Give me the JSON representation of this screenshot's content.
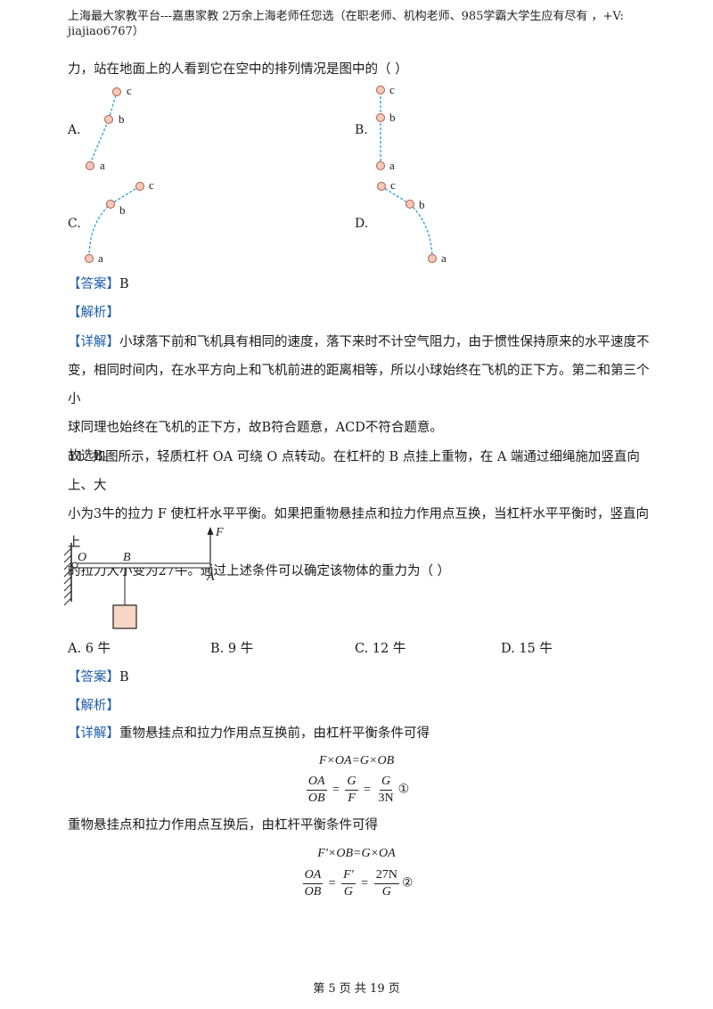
{
  "header": {
    "line1": "上海最大家教平台---嘉惠家教    2万余上海老师任您选（在职老师、机构老师、985学霸大学生应有尽有  ，+V:",
    "line2": "jiajiao6767）"
  },
  "q10": {
    "stem_tail": "力，站在地面上的人看到它在空中的排列情况是图中的（       ）",
    "options": [
      "A.",
      "B.",
      "C.",
      "D."
    ],
    "ball_labels": [
      "a",
      "b",
      "c"
    ],
    "answer_tag": "【答案】",
    "answer": "B",
    "analysis_tag": "【解析】",
    "detail_tag": "【详解】",
    "detail_l1": "小球落下前和飞机具有相同的速度，落下来时不计空气阻力，由于惯性保持原来的水平速度不",
    "detail_l2": "变，相同时间内，在水平方向上和飞机前进的距离相等，所以小球始终在飞机的正下方。第二和第三个小",
    "detail_l3": "球同理也始终在飞机的正下方，故B符合题意，ACD不符合题意。",
    "conclusion": "故选B。"
  },
  "q11": {
    "l1": "11. 如图所示，轻质杠杆 OA 可绕 O 点转动。在杠杆的 B 点挂上重物，在 A 端通过细绳施加竖直向上、大",
    "l2": "小为3牛的拉力 F 使杠杆水平平衡。如果把重物悬挂点和拉力作用点互换，当杠杆水平平衡时，竖直向上",
    "l3": "的拉力大小变为27牛。通过上述条件可以确定该物体的重力为（       ）",
    "fig_labels": {
      "O": "O",
      "B": "B",
      "A": "A",
      "F": "F"
    },
    "options": [
      "A. 6 牛",
      "B. 9 牛",
      "C. 12 牛",
      "D. 15 牛"
    ],
    "answer_tag": "【答案】",
    "answer": "B",
    "analysis_tag": "【解析】",
    "detail_tag": "【详解】",
    "detail_before": "重物悬挂点和拉力作用点互换前，由杠杆平衡条件可得",
    "eq1": "F×OA=G×OB",
    "eq1_frac1_num": "OA",
    "eq1_frac1_den": "OB",
    "eq1_frac2_num": "G",
    "eq1_frac2_den": "F",
    "eq1_frac3_num": "G",
    "eq1_frac3_den": "3N",
    "eq1_mark": "①",
    "detail_after": "重物悬挂点和拉力作用点互换后，由杠杆平衡条件可得",
    "eq2": "F′×OB=G×OA",
    "eq2_frac1_num": "OA",
    "eq2_frac1_den": "OB",
    "eq2_frac2_num": "F′",
    "eq2_frac2_den": "G",
    "eq2_frac3_num": "27N",
    "eq2_frac3_den": "G",
    "eq2_mark": "②",
    "equals": "="
  },
  "footer": "第 5 页 共 19 页",
  "colors": {
    "ball_fill": "#f4c9b8",
    "ball_stroke": "#b05a4a",
    "dash": "#2a9fd6",
    "bracket": "#1f5fa8",
    "weight_fill": "#f7d7c4"
  }
}
